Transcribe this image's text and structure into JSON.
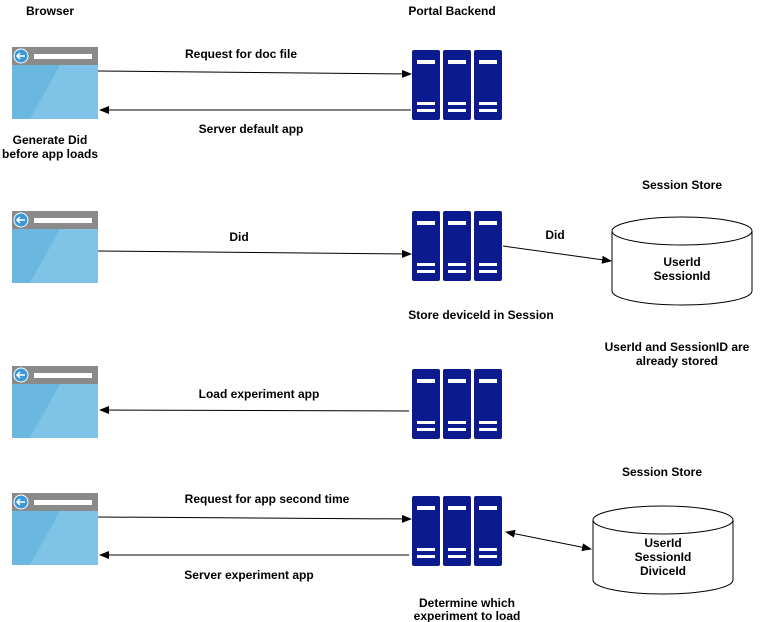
{
  "headers": {
    "browser": "Browser",
    "portal_backend": "Portal Backend"
  },
  "colors": {
    "server_fill": "#0b1a8c",
    "server_stripe": "#ffffff",
    "browser_bar": "#8a8a8a",
    "browser_body": "#7fc4e6",
    "browser_shine": "#5aaed8",
    "browser_dot": "#3a9ad9",
    "line": "#000000"
  },
  "icons": {
    "browser": "browser-window-icon",
    "server": "server-rack-icon",
    "database": "database-cylinder-icon"
  },
  "step1": {
    "request_label": "Request for doc file",
    "response_label": "Server default app",
    "browser_note_line1": "Generate Did",
    "browser_note_line2": "before app loads"
  },
  "step2": {
    "browser_to_server_label": "Did",
    "server_to_store_label": "Did",
    "server_note": "Store deviceId in Session",
    "store_title": "Session Store",
    "store_line1": "UserId",
    "store_line2": "SessionId"
  },
  "step3": {
    "response_label": "Load experiment app",
    "note_line1": "UserId and SessionID are",
    "note_line2": "already stored"
  },
  "step4": {
    "request_label": "Request for app second time",
    "response_label": "Server experiment app",
    "server_note_line1": "Determine which",
    "server_note_line2": "experiment to load",
    "store_title": "Session Store",
    "store_line1": "UserId",
    "store_line2": "SessionId",
    "store_line3": "DiviceId"
  }
}
